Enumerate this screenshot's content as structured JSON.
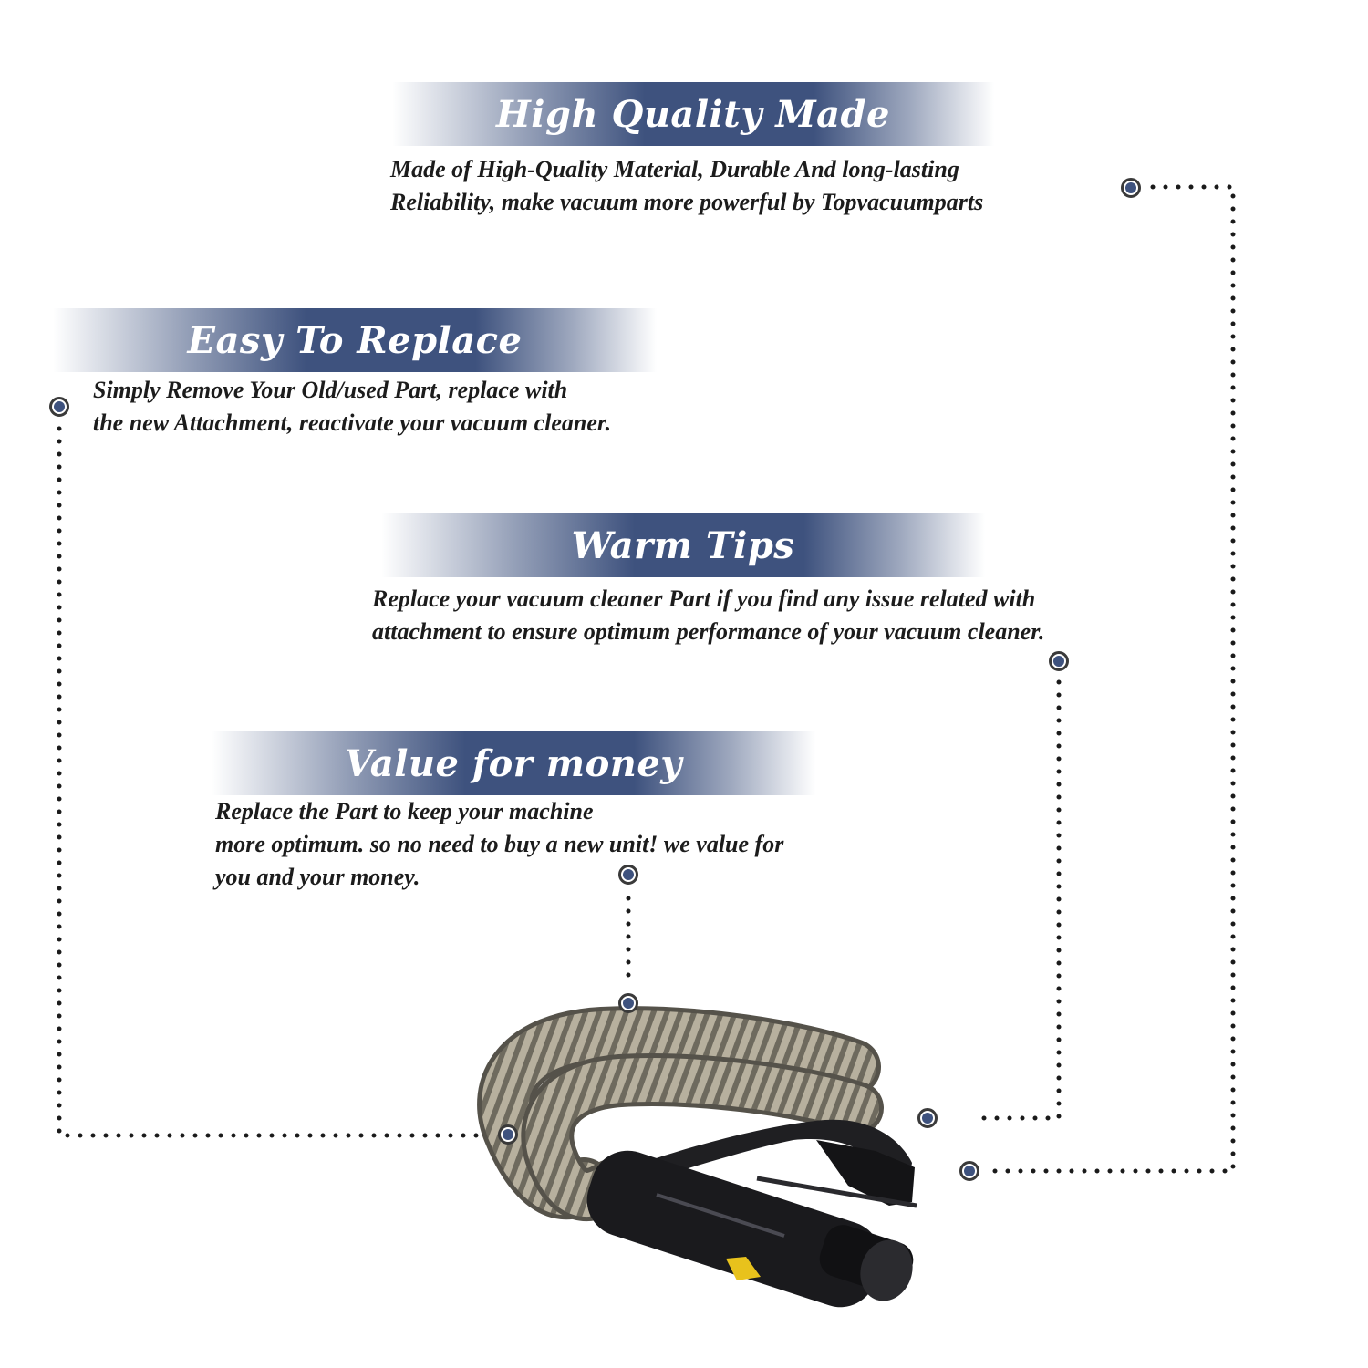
{
  "features": [
    {
      "title": "High Quality Made",
      "lines": [
        "Made of  High-Quality Material, Durable And long-lasting",
        "Reliability, make vacuum more powerful by Topvacuumparts"
      ]
    },
    {
      "title": "Easy To Replace",
      "lines": [
        "Simply Remove Your Old/used Part, replace with",
        "the new Attachment, reactivate your vacuum cleaner."
      ]
    },
    {
      "title": "Warm Tips",
      "lines": [
        "Replace your vacuum cleaner Part if you find any issue related with",
        "attachment to ensure optimum performance of your vacuum cleaner."
      ]
    },
    {
      "title": "Value for money",
      "lines": [
        "Replace the Part to keep your machine",
        "more optimum. so no need to buy a new unit! we value for",
        "you and your money."
      ]
    }
  ],
  "colors": {
    "banner": "#3e527e",
    "marker": "#3e527e",
    "text": "#1c1c1c"
  },
  "product_image": "vacuum-hose-attachment"
}
